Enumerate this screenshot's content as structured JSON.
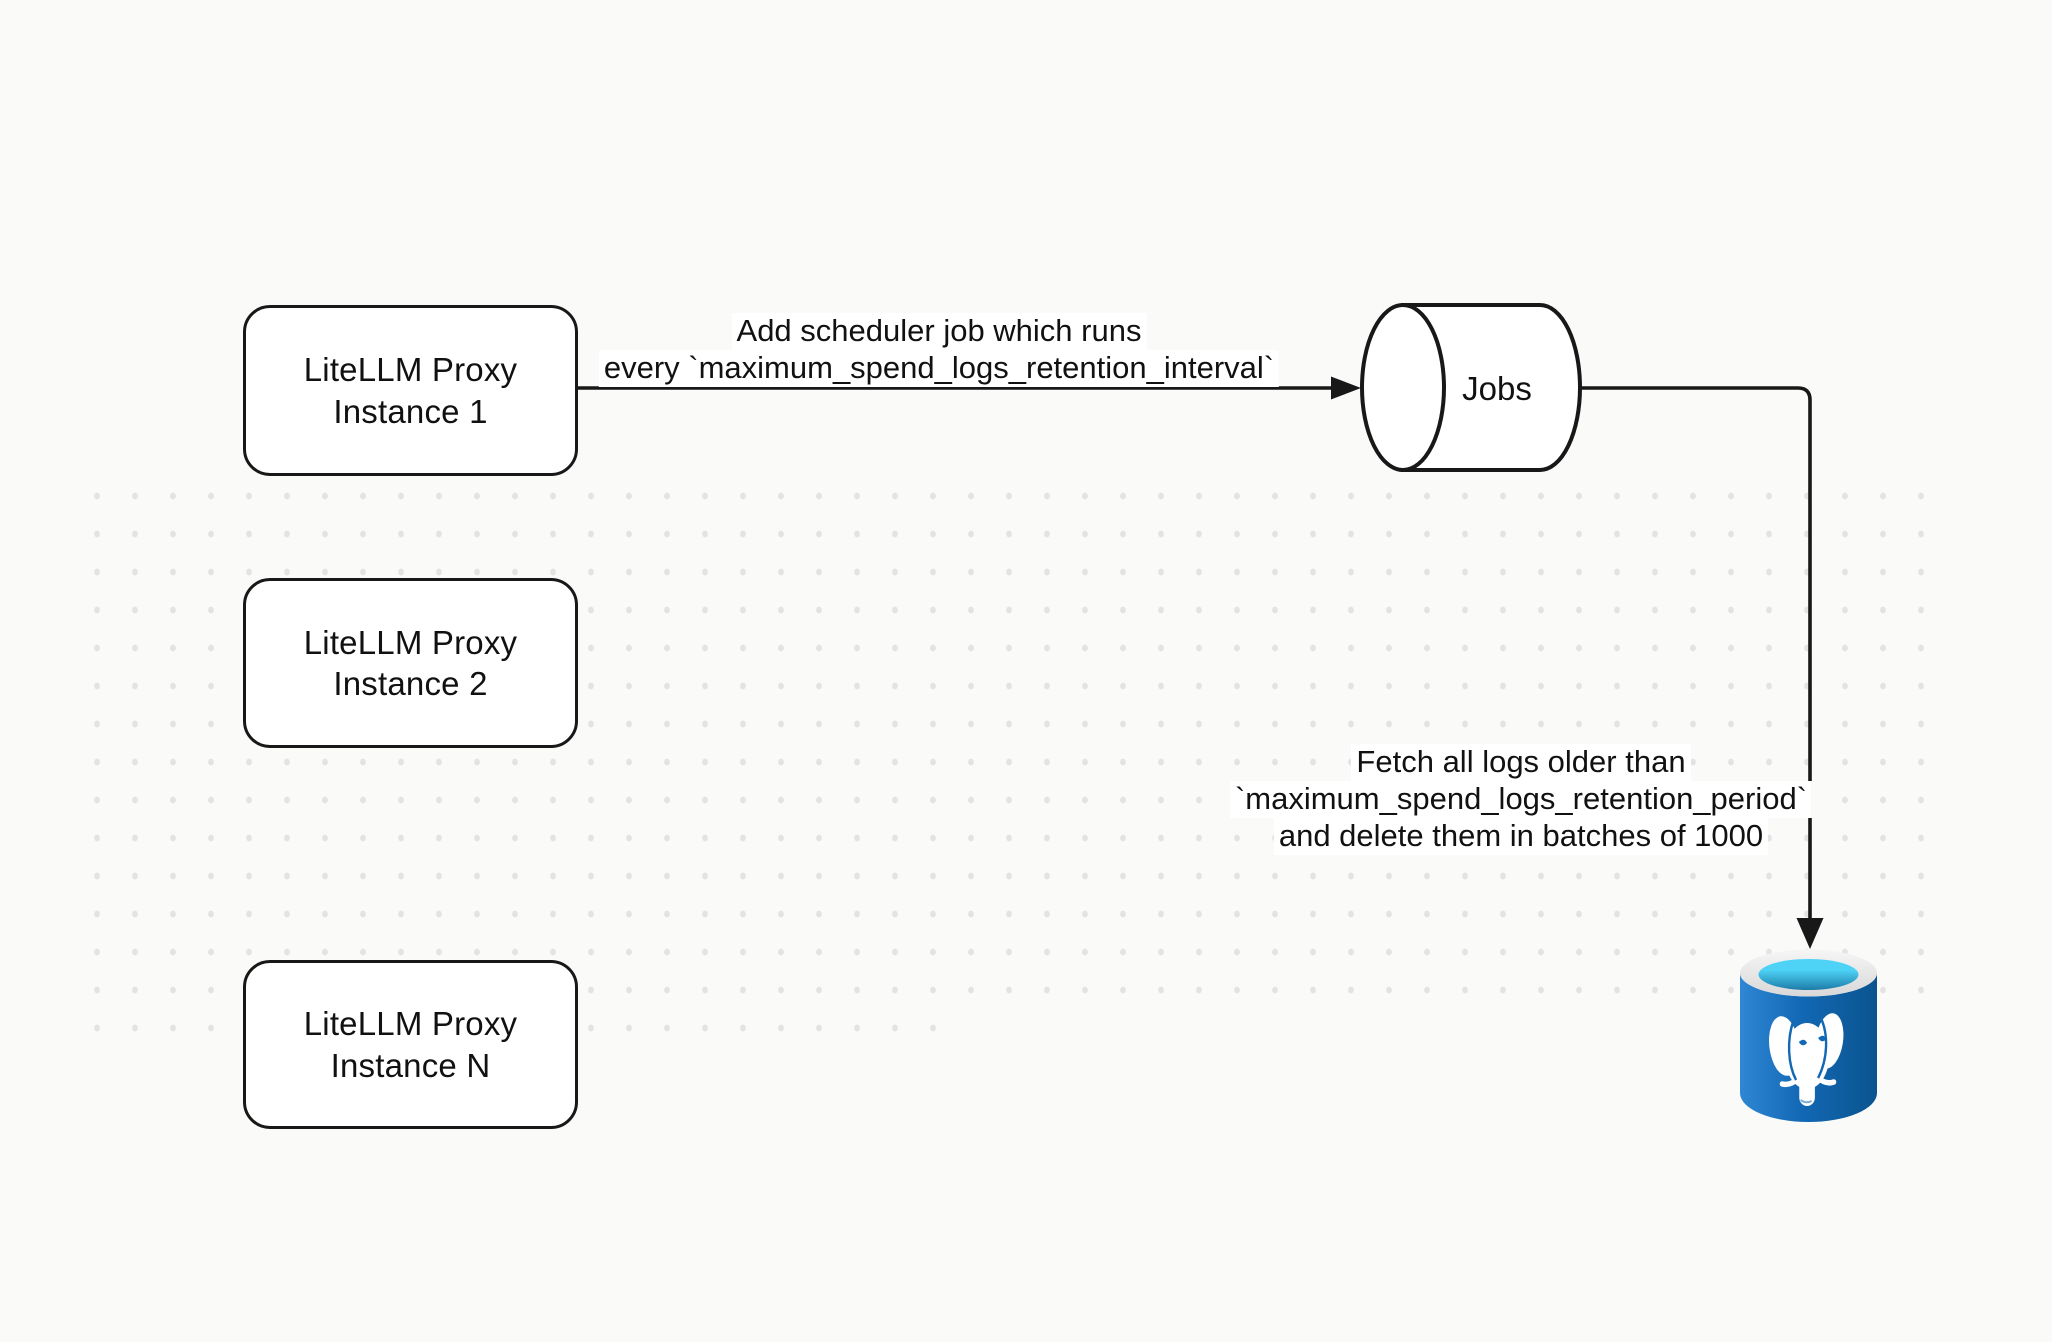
{
  "canvas": {
    "background": "#fafaf9",
    "dot_color": "#e3e3e3",
    "stroke_color": "#181818"
  },
  "nodes": {
    "instance1": {
      "line1": "LiteLLM Proxy",
      "line2": "Instance 1"
    },
    "instance2": {
      "line1": "LiteLLM Proxy",
      "line2": "Instance 2"
    },
    "instanceN": {
      "line1": "LiteLLM Proxy",
      "line2": "Instance N"
    },
    "jobs": {
      "label": "Jobs"
    }
  },
  "edges": {
    "add_scheduler": {
      "line1": "Add scheduler job which runs",
      "line2": "every `maximum_spend_logs_retention_interval`"
    },
    "fetch_logs": {
      "line1": "Fetch all logs older than",
      "line2": "`maximum_spend_logs_retention_period`",
      "line3": "and delete them in batches of 1000"
    }
  },
  "colors": {
    "node_fill": "#ffffff",
    "text": "#111111",
    "pg_body_left": "#2f87d4",
    "pg_body_mid": "#1268b4",
    "pg_body_right": "#0b548f",
    "pg_rim_light": "#f6f6f6",
    "pg_rim_dark": "#d8d8d8",
    "pg_water_top": "#4ed3f7",
    "pg_water_bottom": "#1d7ca8",
    "elephant": "#ffffff"
  }
}
